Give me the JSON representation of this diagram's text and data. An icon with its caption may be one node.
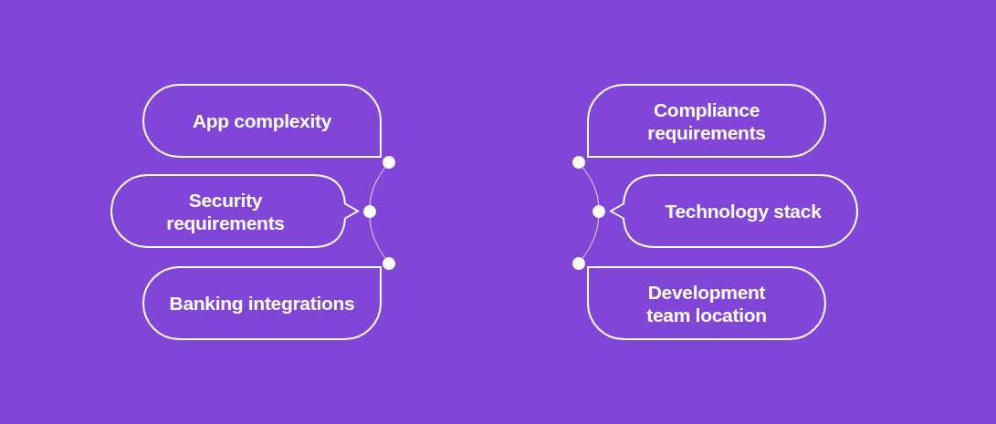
{
  "diagram": {
    "nodes": [
      {
        "text": [
          "App complexity"
        ]
      },
      {
        "text": [
          "Security requirements"
        ]
      },
      {
        "text": [
          "Banking integrations"
        ]
      },
      {
        "text": [
          "Compliance requirements"
        ]
      },
      {
        "text": [
          "Technology stack"
        ]
      },
      {
        "text": [
          "Development team location"
        ]
      },
      {
        "text": [],
        "shape": "circle"
      },
      {
        "text": [],
        "shape": "circle"
      },
      {
        "text": [],
        "shape": "circle"
      },
      {
        "text": [],
        "shape": "circle"
      },
      {
        "text": [],
        "shape": "circle"
      },
      {
        "text": [],
        "shape": "circle"
      }
    ],
    "edges": [
      {
        "from": 6,
        "to": 7,
        "arrow": "none"
      },
      {
        "from": 7,
        "to": 8,
        "arrow": "none"
      },
      {
        "from": 9,
        "to": 10,
        "arrow": "none"
      },
      {
        "from": 10,
        "to": 11,
        "arrow": "none"
      }
    ]
  }
}
